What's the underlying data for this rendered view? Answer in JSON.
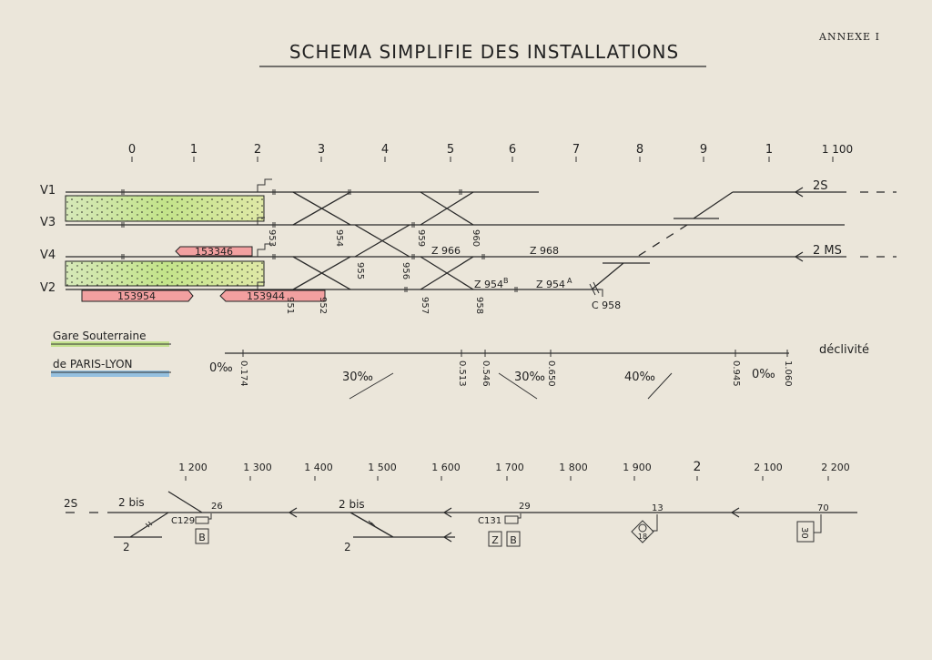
{
  "header": {
    "annex": "ANNEXE I",
    "title": "SCHEMA  SIMPLIFIE  DES  INSTALLATIONS"
  },
  "top_scale": [
    "0",
    "1",
    "2",
    "3",
    "4",
    "5",
    "6",
    "7",
    "8",
    "9",
    "1",
    "1 100"
  ],
  "tracks": {
    "v1": "V1",
    "v3": "V3",
    "v4": "V4",
    "v2": "V2"
  },
  "circuits_red": {
    "c1": "153346",
    "c2": "153954",
    "c3": "153944"
  },
  "switches": {
    "s953": "953",
    "s954": "954",
    "s955": "955",
    "s956": "956",
    "s959": "959",
    "s960": "960",
    "s951": "951",
    "s952": "952",
    "s957": "957",
    "s958": "958"
  },
  "zones": {
    "z966": "Z 966",
    "z968": "Z 968",
    "z954b": "Z 954",
    "z954b_sup": "B",
    "z954a": "Z 954",
    "z954a_sup": "A",
    "c958": "C 958"
  },
  "lines_right": {
    "upper": "2S",
    "lower": "2 MS"
  },
  "legend": {
    "line1": "Gare Souterraine",
    "line2": "de PARIS-LYON",
    "legend_colors": {
      "green": "#b9e07a",
      "blue": "#7fb6e0",
      "red": "#f08a8a"
    }
  },
  "gradient": {
    "title": "déclivité",
    "kms": [
      "0.174",
      "0.513",
      "0.546",
      "0.650",
      "0.945",
      "1.060"
    ],
    "segments": [
      "0‰",
      "30‰",
      "30‰",
      "40‰",
      "0‰"
    ]
  },
  "bottom_scale": [
    "1 200",
    "1 300",
    "1 400",
    "1 500",
    "1 600",
    "1 700",
    "1 800",
    "1 900",
    "2",
    "2 100",
    "2 200"
  ],
  "bottom": {
    "line_left": "2S",
    "bis1": "2 bis",
    "two1": "2",
    "c129": "C129",
    "sig26": "26",
    "boxB1": "B",
    "bis2": "2 bis",
    "two2": "2",
    "c131": "C131",
    "sig29": "29",
    "boxZ": "Z",
    "boxB2": "B",
    "sig13": "13",
    "diamond": "18",
    "sig70": "70",
    "box30": "30"
  }
}
